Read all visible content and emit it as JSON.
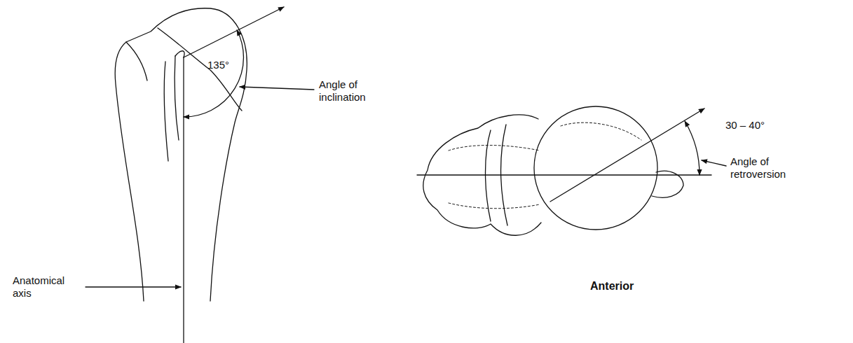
{
  "diagram": {
    "labels": [
      "135°",
      "Angle of inclination",
      "Anatomical axis",
      "30 – 40°",
      "Angle of retroversion",
      "Anterior"
    ]
  }
}
